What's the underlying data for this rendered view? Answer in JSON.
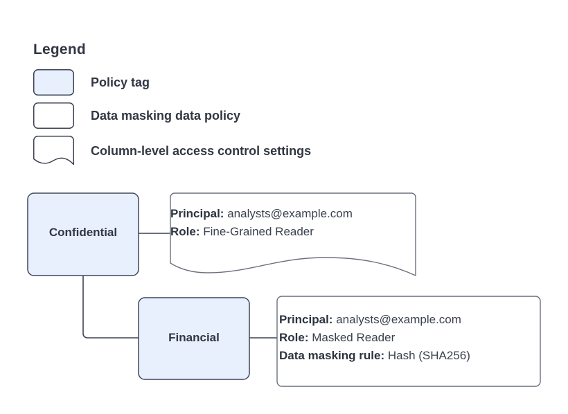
{
  "legend": {
    "title": "Legend",
    "items": [
      {
        "shape": "policy-tag-swatch",
        "label": "Policy tag",
        "fill": "#e8f0fe",
        "stroke": "#3c4251"
      },
      {
        "shape": "data-masking-policy-swatch",
        "label": "Data masking data policy",
        "fill": "#ffffff",
        "stroke": "#3c4251"
      },
      {
        "shape": "column-access-settings-swatch",
        "label": "Column-level access control settings",
        "fill": "#ffffff",
        "stroke": "#3c4251"
      }
    ]
  },
  "diagram": {
    "nodes": [
      {
        "id": "confidential",
        "label": "Confidential",
        "fill": "#e8f0fe",
        "stroke": "#40475a"
      },
      {
        "id": "financial",
        "label": "Financial",
        "fill": "#e8f0fe",
        "stroke": "#40475a"
      }
    ],
    "callouts": [
      {
        "id": "confidential-callout",
        "shape": "document-wavy-bottom",
        "fill": "#ffffff",
        "stroke": "#6a707c",
        "lines": [
          {
            "key": "Principal:",
            "value": "analysts@example.com"
          },
          {
            "key": "Role:",
            "value": "Fine-Grained Reader"
          }
        ]
      },
      {
        "id": "financial-callout",
        "shape": "rounded-rect",
        "fill": "#ffffff",
        "stroke": "#6a707c",
        "lines": [
          {
            "key": "Principal:",
            "value": "analysts@example.com"
          },
          {
            "key": "Role:",
            "value": "Masked Reader"
          },
          {
            "key": "Data masking rule:",
            "value": "Hash (SHA256)"
          }
        ]
      }
    ],
    "connector_color": "#3c4251"
  }
}
